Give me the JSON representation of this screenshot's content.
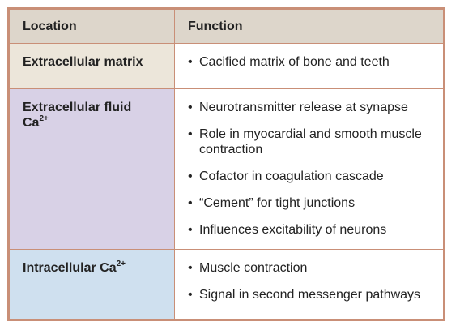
{
  "header": {
    "location": "Location",
    "function": "Function"
  },
  "bullet": "•",
  "rows": [
    {
      "location": "Extracellular matrix",
      "location_sup": "",
      "functions": [
        "Cacified matrix of bone and teeth"
      ]
    },
    {
      "location": "Extracellular fluid",
      "location_line2": "Ca",
      "location_sup": "2+",
      "functions": [
        "Neurotransmitter release at synapse",
        "Role in myocardial and smooth muscle contraction",
        "Cofactor in coagulation cascade",
        "“Cement” for tight junctions",
        "Influences excitability of neurons"
      ]
    },
    {
      "location": "Intracellular Ca",
      "location_sup": "2+",
      "functions": [
        "Muscle contraction",
        "Signal in second messenger pathways"
      ]
    }
  ],
  "colors": {
    "border": "#c98f77",
    "header_bg": "#ddd6cb",
    "row1_bg": "#ece6da",
    "row2_bg": "#d8d1e6",
    "row3_bg": "#cfe0ef"
  }
}
